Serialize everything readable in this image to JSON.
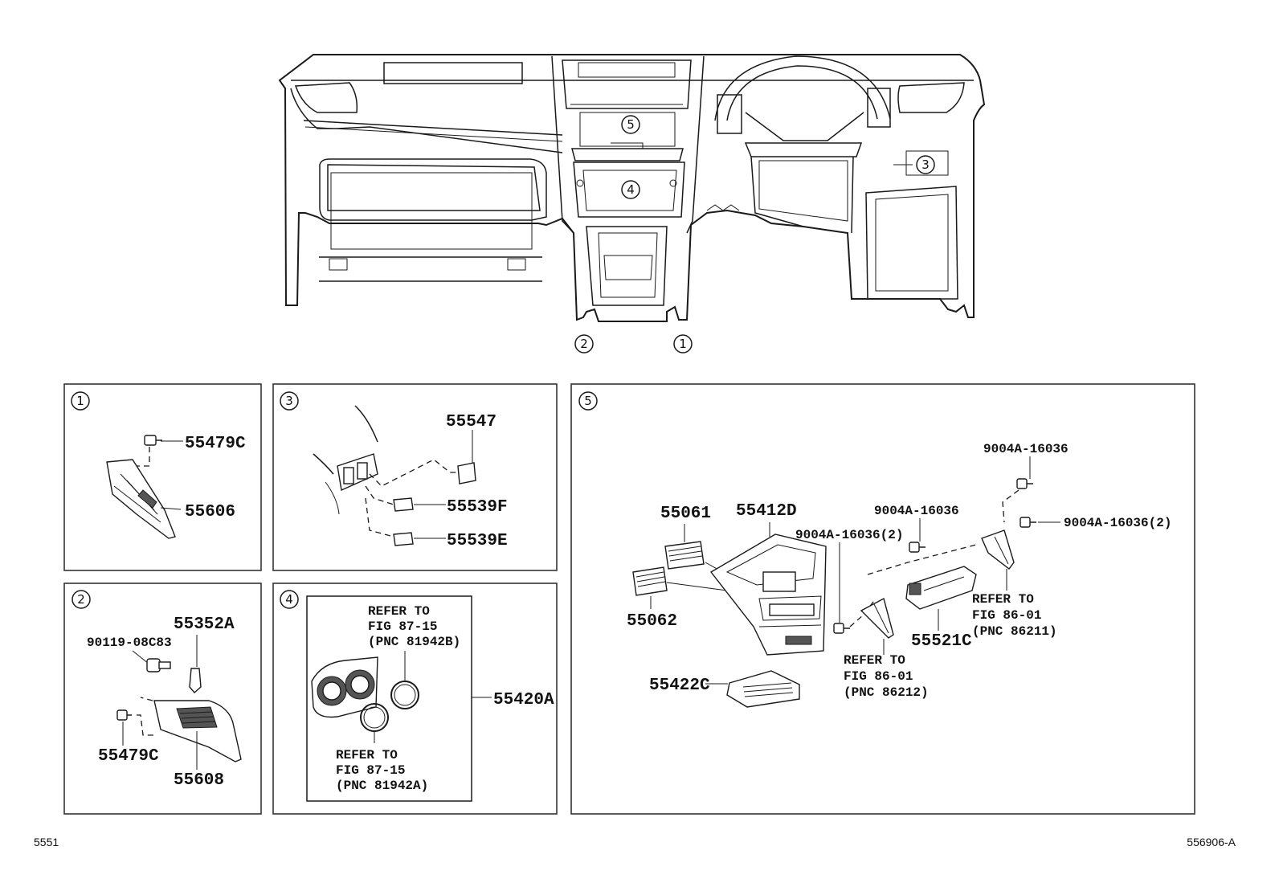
{
  "callouts": {
    "c1": "1",
    "c2": "2",
    "c3": "3",
    "c4": "4",
    "c5": "5"
  },
  "panel1": {
    "p55479C": "55479C",
    "p55606": "55606"
  },
  "panel2": {
    "p90119": "90119-08C83",
    "p55352A": "55352A",
    "p55479C": "55479C",
    "p55608": "55608"
  },
  "panel3": {
    "p55547": "55547",
    "p55539F": "55539F",
    "p55539E": "55539E"
  },
  "panel4": {
    "ref_top": [
      "REFER TO",
      "FIG 87-15",
      "(PNC 81942B)"
    ],
    "ref_bottom": [
      "REFER TO",
      "FIG 87-15",
      "(PNC 81942A)"
    ],
    "p55420A": "55420A"
  },
  "panel5": {
    "p55061": "55061",
    "p55412D": "55412D",
    "p55062": "55062",
    "p55422C": "55422C",
    "p55521C": "55521C",
    "clip_a": "9004A-16036",
    "clip_b": "9004A-16036",
    "clip_c": "9004A-16036(2)",
    "clip_d": "9004A-16036(2)",
    "ref_left": [
      "REFER TO",
      "FIG 86-01",
      "(PNC 86212)"
    ],
    "ref_right": [
      "REFER TO",
      "FIG 86-01",
      "(PNC 86211)"
    ]
  },
  "footer": {
    "left_code": "5551",
    "right_code": "556906-A"
  }
}
